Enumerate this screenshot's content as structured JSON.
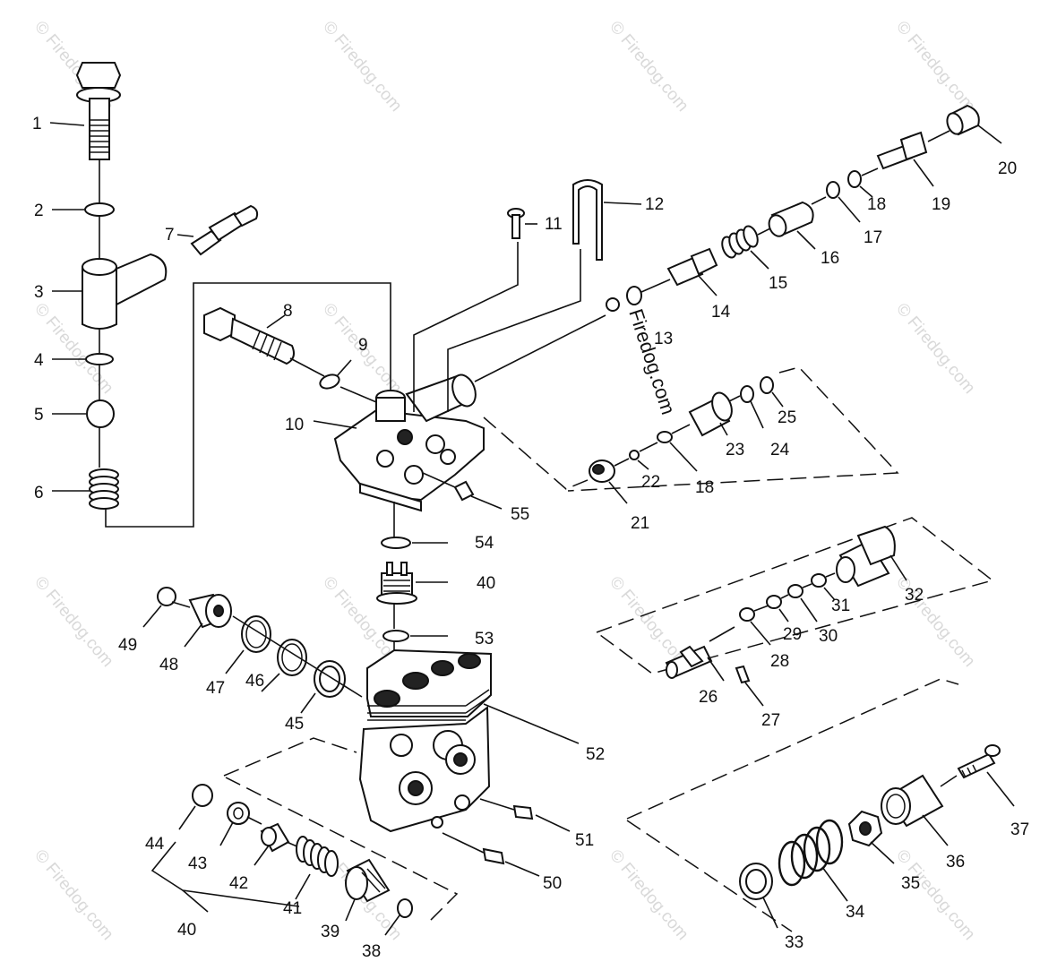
{
  "watermark": "© Firedog.com",
  "watermark_center": "Firedog.com",
  "colors": {
    "ink": "#111111",
    "watermark": "#d9d9d9",
    "background": "#ffffff"
  },
  "labels": {
    "p1": "1",
    "p2": "2",
    "p3": "3",
    "p4": "4",
    "p5": "5",
    "p6": "6",
    "p7": "7",
    "p8": "8",
    "p9": "9",
    "p10": "10",
    "p11": "11",
    "p12": "12",
    "p13": "13",
    "p14": "14",
    "p15": "15",
    "p16": "16",
    "p17": "17",
    "p18a": "18",
    "p18b": "18",
    "p19": "19",
    "p20": "20",
    "p21": "21",
    "p22": "22",
    "p23": "23",
    "p24": "24",
    "p25": "25",
    "p26": "26",
    "p27": "27",
    "p28": "28",
    "p29": "29",
    "p30": "30",
    "p31": "31",
    "p32": "32",
    "p33": "33",
    "p34": "34",
    "p35": "35",
    "p36": "36",
    "p37": "37",
    "p38": "38",
    "p39": "39",
    "p40a": "40",
    "p40b": "40",
    "p41": "41",
    "p42": "42",
    "p43": "43",
    "p44": "44",
    "p45": "45",
    "p46": "46",
    "p47": "47",
    "p48": "48",
    "p49": "49",
    "p50": "50",
    "p51": "51",
    "p52": "52",
    "p53": "53",
    "p54": "54",
    "p55": "55"
  }
}
